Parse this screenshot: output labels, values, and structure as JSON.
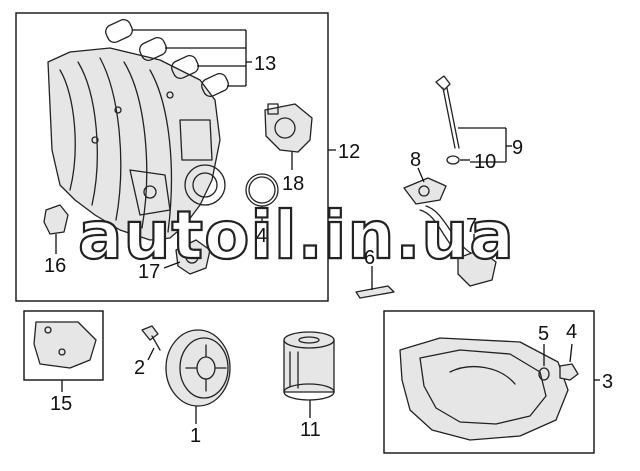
{
  "callouts": {
    "c1": "1",
    "c2": "2",
    "c3": "3",
    "c4a": "4",
    "c4b": "4",
    "c5": "5",
    "c6": "6",
    "c7": "7",
    "c8": "8",
    "c9": "9",
    "c10": "10",
    "c11": "11",
    "c12": "12",
    "c13": "13",
    "c15": "15",
    "c16": "16",
    "c17": "17",
    "c18": "18"
  },
  "watermark": "autoil.in.ua",
  "colors": {
    "line": "#222222",
    "background": "#ffffff",
    "fill": "#e6e6e6"
  }
}
